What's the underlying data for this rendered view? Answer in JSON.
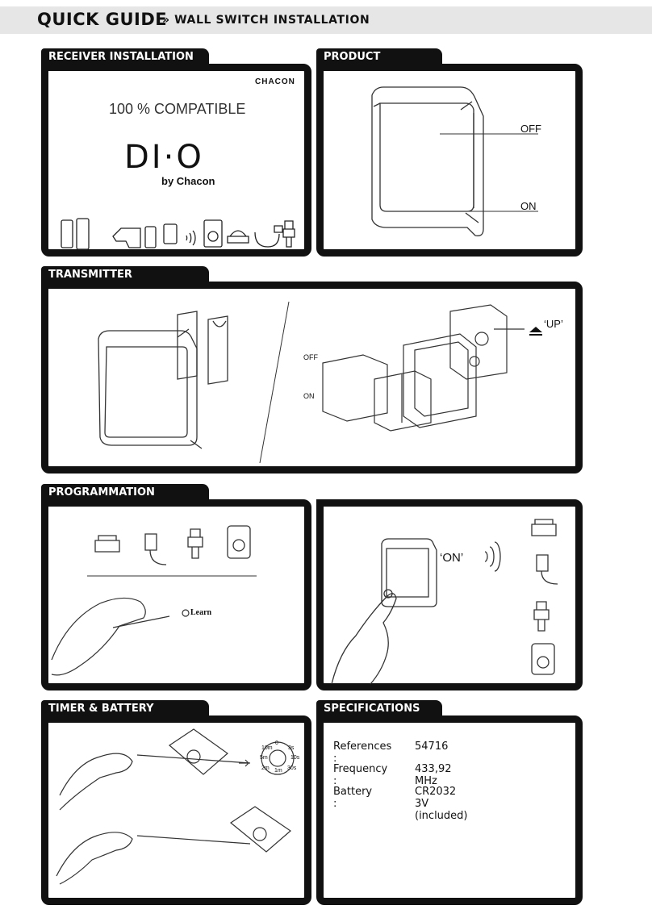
{
  "header": {
    "title": "QUICK GUIDE",
    "subtitle": "» WALL SWITCH INSTALLATION"
  },
  "sections": {
    "receiver": "RECEIVER INSTALLATION",
    "product": "PRODUCT",
    "transmitter": "TRANSMITTER INSTALLATION",
    "programmation": "PROGRAMMATION",
    "timer": "TIMER & BATTERY CHANGING",
    "specifications": "SPECIFICATIONS"
  },
  "receiver": {
    "brand": "CHACON",
    "compat": "100 % COMPATIBLE",
    "logo_main": "DI·O",
    "logo_sub": "by Chacon"
  },
  "product": {
    "off_label": "OFF",
    "on_label": "ON"
  },
  "transmitter": {
    "off_label": "OFF",
    "on_label": "ON",
    "up_label": "‘UP’"
  },
  "programmation": {
    "learn_label": "Learn",
    "on_label": "‘ON’"
  },
  "timer": {
    "dial": {
      "top": "0",
      "tl": "10m",
      "tr": "3s",
      "ml": "5m",
      "mr": "10s",
      "bl": "2m",
      "bm": "1m",
      "br": "30s"
    }
  },
  "specs": [
    {
      "label": "References :",
      "value": "54716"
    },
    {
      "label": "Frequency :",
      "value": "433,92 MHz"
    },
    {
      "label": "Battery :",
      "value": "CR2032 3V (included)"
    }
  ],
  "colors": {
    "panel": "#111111",
    "header_bg": "#e6e6e6"
  }
}
